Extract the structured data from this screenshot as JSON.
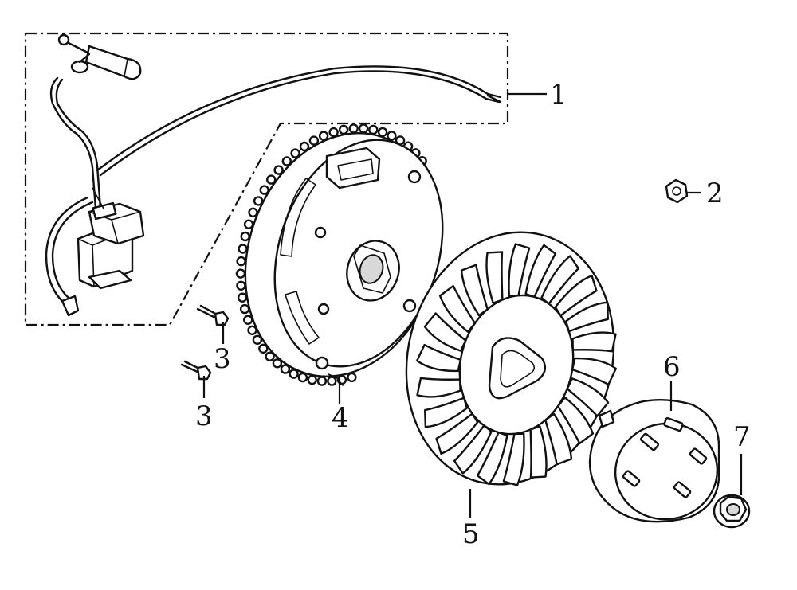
{
  "callouts": [
    {
      "id": "p1",
      "label": "1"
    },
    {
      "id": "p2",
      "label": "2"
    },
    {
      "id": "p3a",
      "label": "3"
    },
    {
      "id": "p3b",
      "label": "3"
    },
    {
      "id": "p4",
      "label": "4"
    },
    {
      "id": "p5",
      "label": "5"
    },
    {
      "id": "p6",
      "label": "6"
    },
    {
      "id": "p7",
      "label": "7"
    }
  ],
  "parts": [
    {
      "id": "ignition-coil-assembly",
      "callout": "1"
    },
    {
      "id": "nut",
      "callout": "2"
    },
    {
      "id": "bolt",
      "callout": "3"
    },
    {
      "id": "flywheel",
      "callout": "4"
    },
    {
      "id": "cooling-fan",
      "callout": "5"
    },
    {
      "id": "starter-cup",
      "callout": "6"
    },
    {
      "id": "flange-nut",
      "callout": "7"
    }
  ]
}
